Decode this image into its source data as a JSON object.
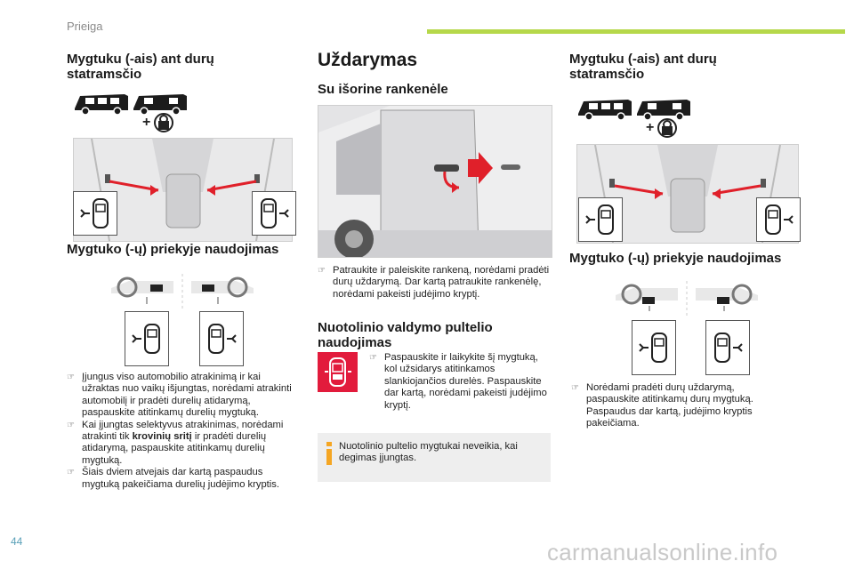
{
  "header": {
    "section": "Prieiga"
  },
  "left": {
    "title": "Mygtuku (-ais) ant durų statramsčio",
    "subtitle": "Mygtuko (-ų) priekyje naudojimas",
    "bullets": [
      "Įjungus viso automobilio atrakinimą ir kai užraktas nuo vaikų išjungtas, norėdami atrakinti automobilį ir pradėti durelių atidarymą, paspauskite atitinkamų durelių mygtuką.",
      {
        "before": "Kai įjungtas selektyvus atrakinimas, norėdami atrakinti tik ",
        "bold": "krovinių sritį",
        "after": " ir pradėti durelių atidarymą, paspauskite atitinkamų durelių mygtuką."
      },
      "Šiais dviem atvejais dar kartą paspaudus mygtuką pakeičiama durelių judėjimo kryptis."
    ]
  },
  "middle": {
    "title": "Uždarymas",
    "sub1": "Su išorine rankenėle",
    "bullet1": "Patraukite ir paleiskite rankeną, norėdami pradėti durų uždarymą. Dar kartą patraukite rankenėlę, norėdami pakeisti judėjimo kryptį.",
    "sub2": "Nuotolinio valdymo pultelio naudojimas",
    "bullet2": "Paspauskite ir laikykite šį mygtuką, kol užsidarys atitinkamos slankiojančios durelės. Paspauskite dar kartą, norėdami pakeisti judėjimo kryptį.",
    "info": "Nuotolinio pultelio mygtukai neveikia, kai degimas įjungtas."
  },
  "right": {
    "title": "Mygtuku (-ais) ant durų statramsčio",
    "subtitle": "Mygtuko (-ų) priekyje naudojimas",
    "bullet": "Norėdami pradėti durų uždarymą, paspauskite atitinkamų durų mygtuką. Paspaudus dar kartą, judėjimo kryptis pakeičiama."
  },
  "footer": {
    "page_number": "44",
    "watermark": "carmanualsonline.info"
  },
  "colors": {
    "accent": "#b6d84a",
    "red": "#e21b3c",
    "arrow": "#e0202a"
  },
  "icons": [
    "van-icon",
    "child-lock-icon",
    "sliding-door-button-icon",
    "steering-wheel-icon",
    "remote-door-icon",
    "info-icon",
    "bullet-marker-icon"
  ]
}
